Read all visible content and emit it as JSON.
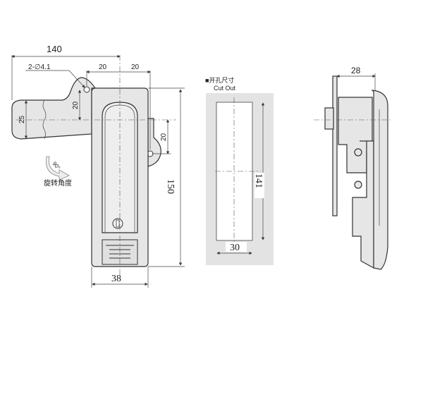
{
  "front_view": {
    "overall_width": "140",
    "hole_spec": "2-∅4.1",
    "offset_left": "20",
    "offset_right": "20",
    "vertical_offset_left": "20",
    "lever_width": "25",
    "vertical_offset_right": "20",
    "height": "150",
    "body_width": "38",
    "rotation_angle": "90°",
    "rotation_label": "旋转角度"
  },
  "cut_out": {
    "title_cn": "■开孔尺寸",
    "title_en": "Cut Out",
    "height": "141",
    "width": "30"
  },
  "side_view": {
    "depth": "28"
  }
}
